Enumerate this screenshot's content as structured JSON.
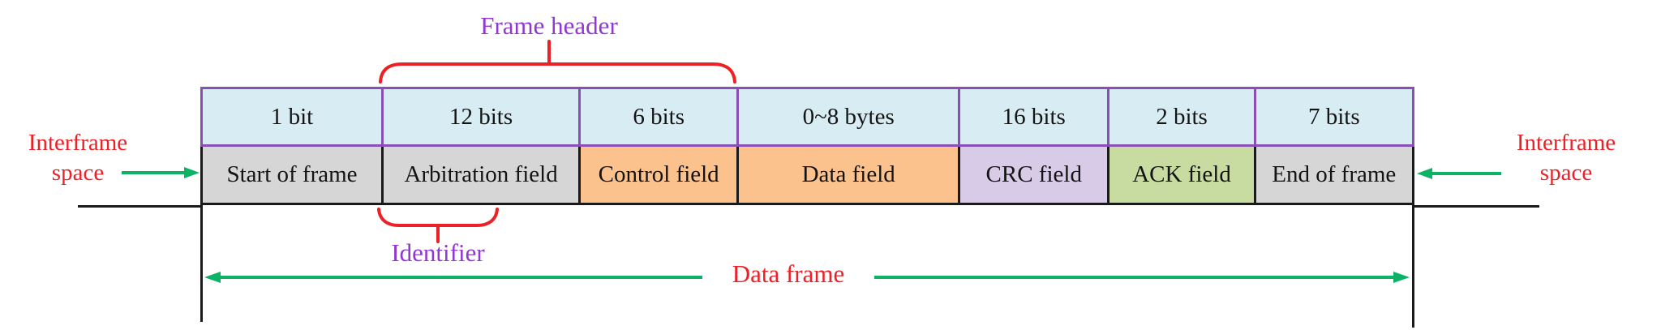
{
  "colors": {
    "bits_row_bg": "#d7edf3",
    "table_border_purple": "#8a4fb5",
    "row_border_black": "#1a1a1a",
    "label_purple": "#9137d2",
    "label_red": "#ec2127",
    "arrow_green": "#0cb266",
    "line_black": "#1a1a1a"
  },
  "table": {
    "columns": [
      {
        "size_label": "1 bit",
        "field_label": "Start of frame",
        "field_bg": "#d6d6d6",
        "width_pct": 14.76
      },
      {
        "size_label": "12 bits",
        "field_label": "Arbitration field",
        "field_bg": "#d6d6d6",
        "width_pct": 16.3
      },
      {
        "size_label": "6 bits",
        "field_label": "Control field",
        "field_bg": "#fbc28e",
        "width_pct": 13.09
      },
      {
        "size_label": "0~8 bytes",
        "field_label": "Data field",
        "field_bg": "#fbc28e",
        "width_pct": 18.3
      },
      {
        "size_label": "16 bits",
        "field_label": "CRC field",
        "field_bg": "#d8cbe7",
        "width_pct": 12.36
      },
      {
        "size_label": "2 bits",
        "field_label": "ACK field",
        "field_bg": "#c8dca2",
        "width_pct": 12.09
      },
      {
        "size_label": "7 bits",
        "field_label": "End of frame",
        "field_bg": "#d6d6d6",
        "width_pct": 13.1
      }
    ]
  },
  "annotations": {
    "frame_header": "Frame header",
    "identifier": "Identifier",
    "data_frame": "Data frame",
    "interframe_left": {
      "line1": "Interframe",
      "line2": "space"
    },
    "interframe_right": {
      "line1": "Interframe",
      "line2": "space"
    }
  }
}
